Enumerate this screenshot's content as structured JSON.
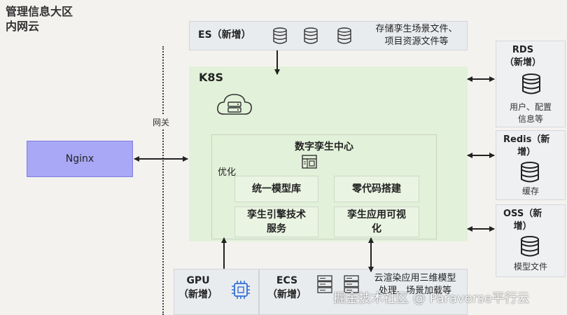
{
  "region_title": [
    "管理信息大区",
    "内网云"
  ],
  "gateway_label": "网关",
  "nginx": {
    "label": "Nginx"
  },
  "es": {
    "title": "ES（新增）",
    "desc": [
      "存储孪生场景文件、",
      "项目资源文件等"
    ]
  },
  "k8s": {
    "title": "K8S",
    "core_title": "数字孪生中心",
    "optimize_label": "优化",
    "modules": [
      [
        "统一模型库"
      ],
      [
        "零代码搭建"
      ],
      [
        "孪生引擎技术",
        "服务"
      ],
      [
        "孪生应用可视",
        "化"
      ]
    ]
  },
  "gpu": {
    "title": [
      "GPU",
      "（新增）"
    ]
  },
  "ecs": {
    "title": [
      "ECS",
      "（新增）"
    ],
    "desc": [
      "云渲染应用三维模型",
      "处理、场景加载等"
    ]
  },
  "rds": {
    "title": [
      "RDS",
      "（新增）"
    ],
    "desc": [
      "用户、配置",
      "信息等"
    ]
  },
  "redis": {
    "title": [
      "Redis（新",
      "增）"
    ],
    "desc": [
      "缓存"
    ]
  },
  "oss": {
    "title": [
      "OSS（新",
      "增）"
    ],
    "desc": [
      "模型文件"
    ]
  },
  "watermark": "掘金技术社区 @ Paraverse平行云",
  "colors": {
    "nginx_fill": "#a8a8f6",
    "k8s_fill": "#e2f1d9",
    "gray_panel": "#e9ecef",
    "chip_icon": "#2f6fd6",
    "background": "#f4f2ef"
  }
}
